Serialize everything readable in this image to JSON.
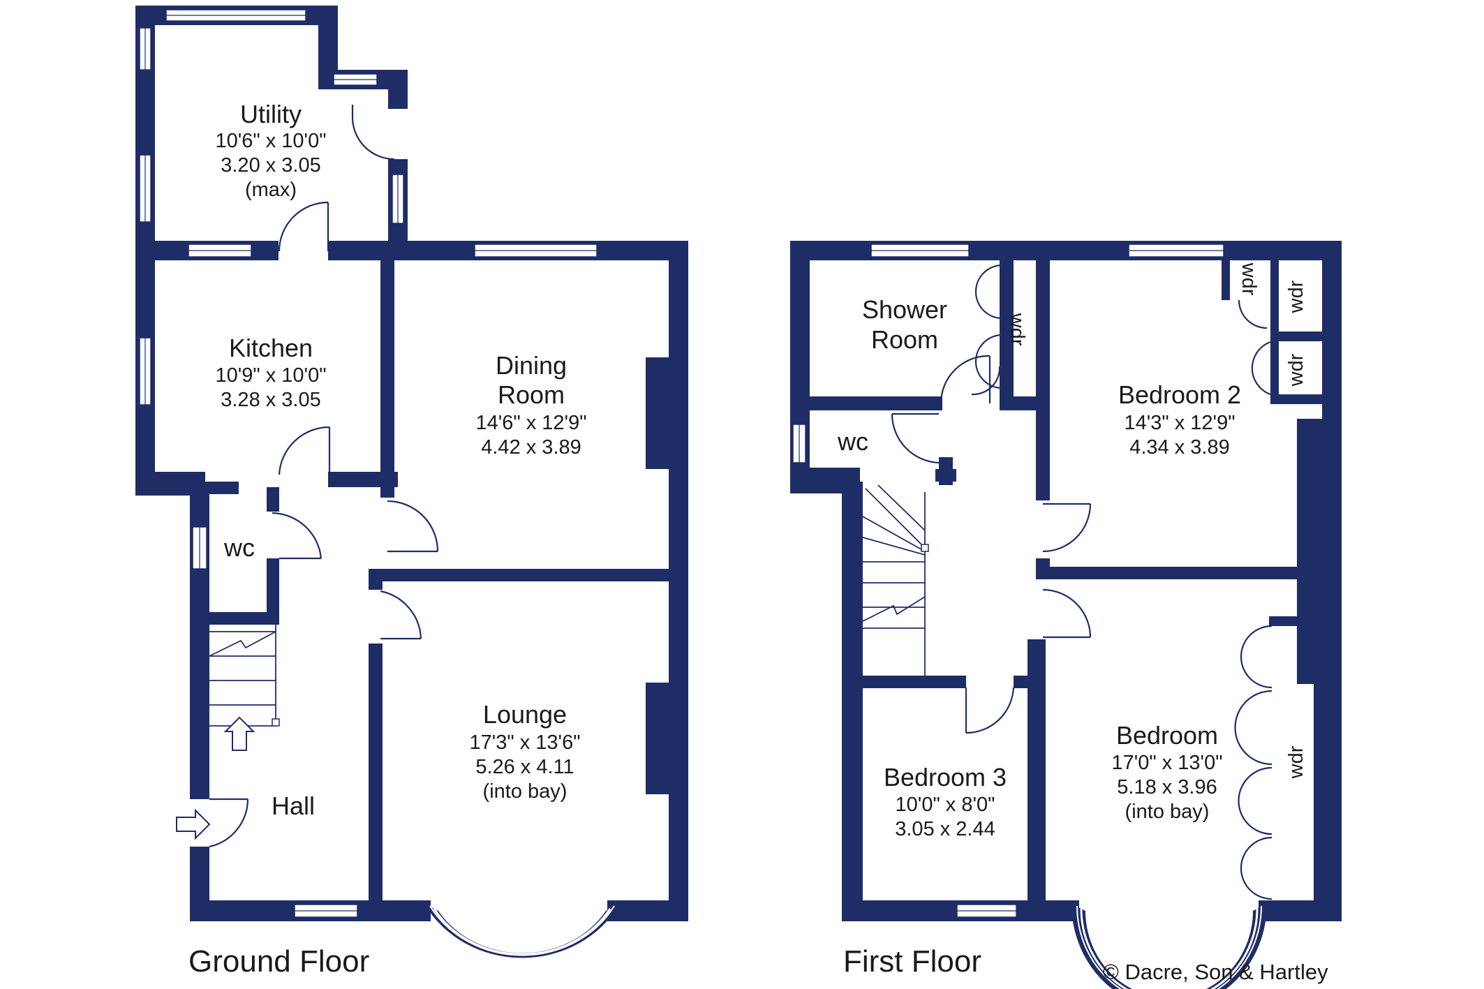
{
  "floors": {
    "ground": "Ground Floor",
    "first": "First Floor"
  },
  "rooms": {
    "utility": {
      "name": "Utility",
      "imperial": "10'6\"  x  10'0\"",
      "metric": "3.20  x  3.05",
      "note": "(max)"
    },
    "kitchen": {
      "name": "Kitchen",
      "imperial": "10'9\"  x  10'0\"",
      "metric": "3.28  x  3.05"
    },
    "dining": {
      "name1": "Dining",
      "name2": "Room",
      "imperial": "14'6\"  x  12'9\"",
      "metric": "4.42  x  3.89"
    },
    "lounge": {
      "name": "Lounge",
      "imperial": "17'3\"  x  13'6\"",
      "metric": "5.26  x  4.11",
      "note": "(into bay)"
    },
    "hall": {
      "name": "Hall"
    },
    "wc_ground": {
      "name": "wc"
    },
    "shower": {
      "name1": "Shower",
      "name2": "Room"
    },
    "wc_first": {
      "name": "wc"
    },
    "bedroom2": {
      "name": "Bedroom 2",
      "imperial": "14'3\"  x  12'9\"",
      "metric": "4.34  x  3.89"
    },
    "bedroom3": {
      "name": "Bedroom 3",
      "imperial": "10'0\"  x  8'0\"",
      "metric": "3.05  x  2.44"
    },
    "bedroom": {
      "name": "Bedroom",
      "imperial": "17'0\"  x  13'0\"",
      "metric": "5.18  x  3.96",
      "note": "(into bay)"
    }
  },
  "wardrobes": {
    "label": "wdr"
  },
  "copyright": "© Dacre, Son & Hartley",
  "colors": {
    "wall": "#1f2d67",
    "text": "#1a1a1a",
    "background": "#ffffff"
  }
}
